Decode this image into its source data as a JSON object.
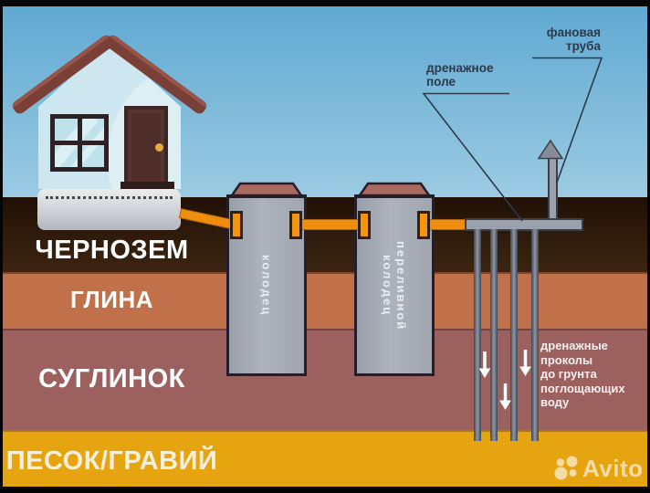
{
  "soil_layers": [
    {
      "label": "ЧЕРНОЗЕМ",
      "color": "#30190b"
    },
    {
      "label": "ГЛИНА",
      "color": "#c0714a"
    },
    {
      "label": "СУГЛИНОК",
      "color": "#9c605e"
    },
    {
      "label": "ПЕСОК/ГРАВИЙ",
      "color": "#e5a410"
    }
  ],
  "wells": [
    {
      "label": "колодец"
    },
    {
      "label": "переливной\nколодец"
    }
  ],
  "callouts": {
    "vent_pipe": "фановая\nтруба",
    "drainage_field": "дренажное\nполе",
    "drainage_holes": "дренажные\nпроколы\nдо грунта\nпоглощающих\nводу"
  },
  "watermark": {
    "brand": "Avito"
  },
  "colors": {
    "sky_top": "#5ea8d3",
    "sky_bottom": "#f4fafc",
    "pipe_orange": "#ef8d0e",
    "well_gray": "#a6abb6",
    "roof_brown": "#7a4038",
    "label_dark": "#2c3a4a",
    "label_light": "#ffffff"
  }
}
